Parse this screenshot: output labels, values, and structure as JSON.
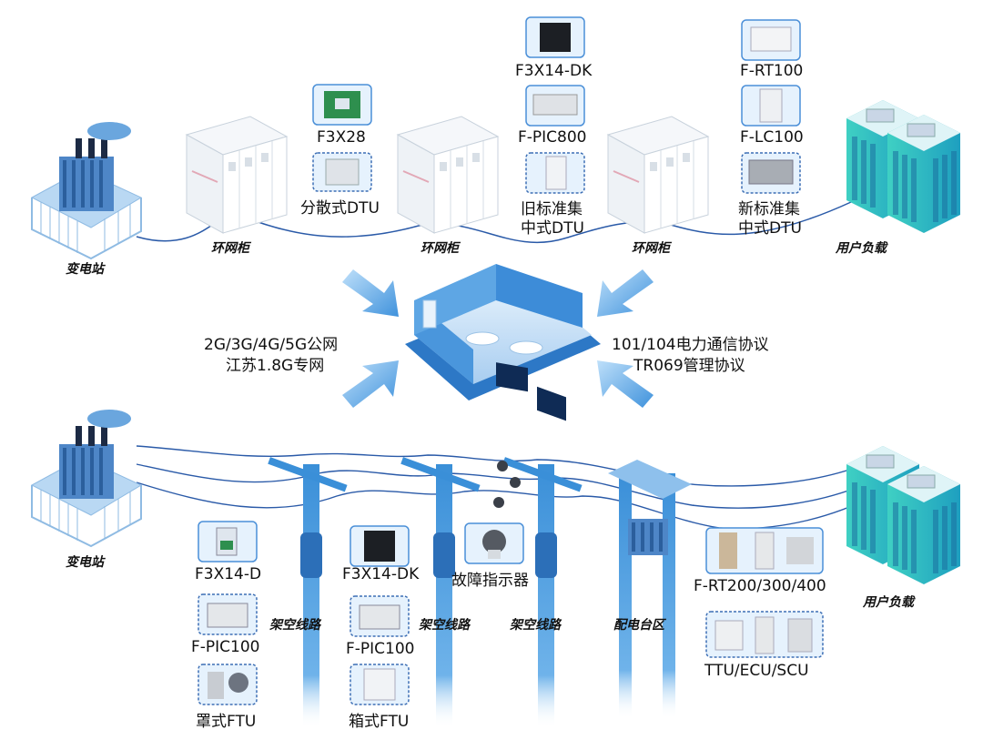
{
  "top": {
    "substation_label": "变电站",
    "ring_main_labels": [
      "环网柜",
      "环网柜",
      "环网柜"
    ],
    "user_load_label": "用户负载",
    "devices": {
      "f3x28": "F3X28",
      "distributed_dtu": "分散式DTU",
      "f3x14dk": "F3X14-DK",
      "fpic800": "F-PIC800",
      "old_dtu_line1": "旧标准集",
      "old_dtu_line2": "中式DTU",
      "frt100": "F-RT100",
      "flc100": "F-LC100",
      "new_dtu_line1": "新标准集",
      "new_dtu_line2": "中式DTU"
    }
  },
  "center": {
    "network_line1": "2G/3G/4G/5G公网",
    "network_line2": "江苏1.8G专网",
    "protocol_line1": "101/104电力通信协议",
    "protocol_line2": "TR069管理协议"
  },
  "bottom": {
    "substation_label": "变电站",
    "overhead_labels": [
      "架空线路",
      "架空线路",
      "架空线路"
    ],
    "distribution_area_label": "配电台区",
    "user_load_label": "用户负载",
    "devices": {
      "f3x14d": "F3X14-D",
      "fpic100_a": "F-PIC100",
      "pole_ftu": "罩式FTU",
      "f3x14dk": "F3X14-DK",
      "fault_indicator": "故障指示器",
      "fpic100_b": "F-PIC100",
      "box_ftu": "箱式FTU",
      "frt": "F-RT200/300/400",
      "ttu": "TTU/ECU/SCU"
    }
  },
  "colors": {
    "accent": "#2f86d6",
    "line": "#2a5aa8",
    "arrow": "#5aa6e6",
    "building": "#2ec4b6"
  }
}
